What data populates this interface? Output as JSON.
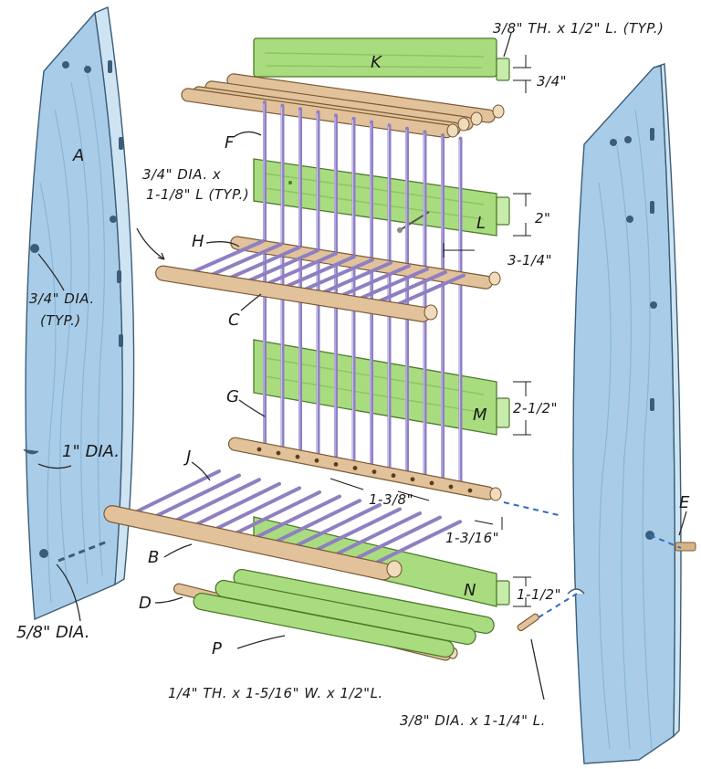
{
  "part_labels": {
    "A": "A",
    "B": "B",
    "C": "C",
    "D": "D",
    "E": "E",
    "F": "F",
    "G": "G",
    "H": "H",
    "J": "J",
    "K": "K",
    "L": "L",
    "M": "M",
    "N": "N",
    "P": "P"
  },
  "annotations": {
    "k_tenon": "3/8\" TH. x 1/2\" L. (TYP.)",
    "k_thickness": "3/4\"",
    "dowel_size_line1": "3/4\" DIA. x",
    "dowel_size_line2": "1-1/8\" L (TYP.)",
    "l_height": "2\"",
    "l_length": "3-1/4\"",
    "a_hole_line1": "3/4\" DIA.",
    "a_hole_line2": "(TYP.)",
    "one_inch_dia": "1\" DIA.",
    "m_height": "2-1/2\"",
    "g_spacing": "1-3/8\"",
    "g_end": "1-3/16\"",
    "n_height": "1-1/2\"",
    "five_eighths_dia": "5/8\" DIA.",
    "p_size": "1/4\" TH. x 1-5/16\" W. x 1/2\"L.",
    "pin_size": "3/8\" DIA. x 1-1/4\" L."
  },
  "colors": {
    "side_panels": "#a9cde8",
    "rails": "#a9dc7e",
    "dowels": "#e2c29a",
    "rods": "#8f7fc2",
    "dashed_guides": "#2f6fc0"
  }
}
